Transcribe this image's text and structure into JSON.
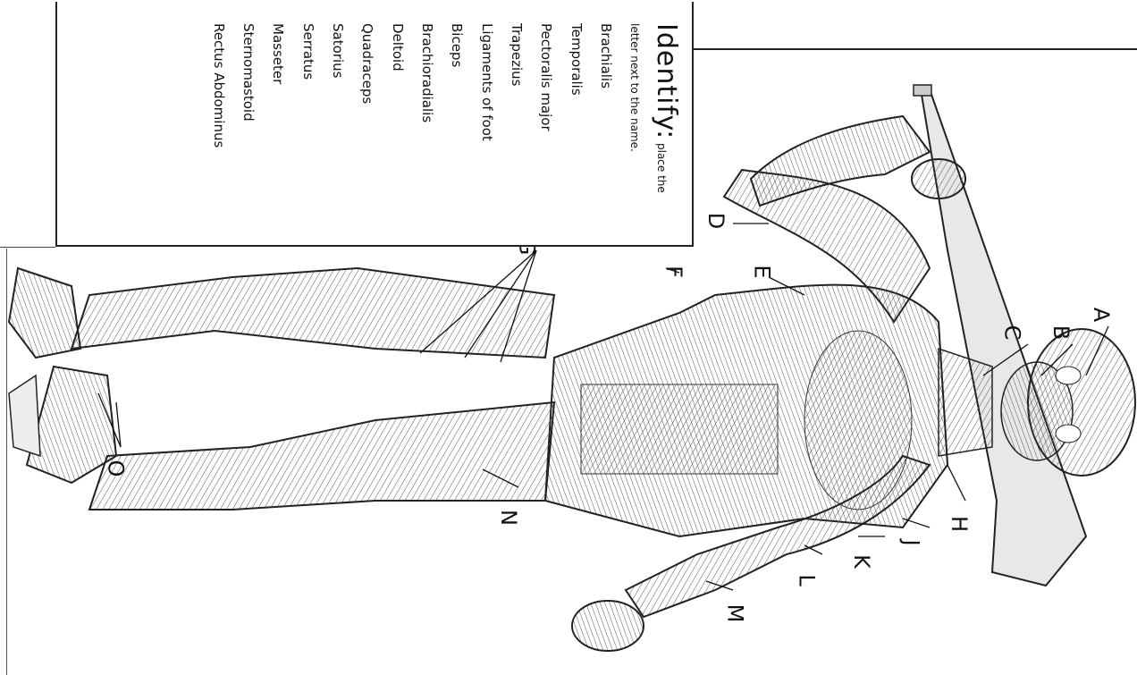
{
  "worksheet": {
    "title": "Identify:",
    "instruction_part1": " place the",
    "instruction_part2": "letter next to the name.",
    "muscles": [
      "Brachialis",
      "Temporalis",
      "Pectoralis major",
      "Trapezius",
      "Ligaments of foot",
      "Biceps",
      "Brachioradialis",
      "Deltoid",
      "Quadraceps",
      "Satorius",
      "Serratus",
      "Masseter",
      "Sternomastoid",
      "Rectus Abdominus"
    ]
  },
  "figure": {
    "labels": [
      "A",
      "B",
      "C",
      "D",
      "E",
      "F",
      "G",
      "H",
      "J",
      "K",
      "L",
      "M",
      "N",
      "O"
    ]
  }
}
